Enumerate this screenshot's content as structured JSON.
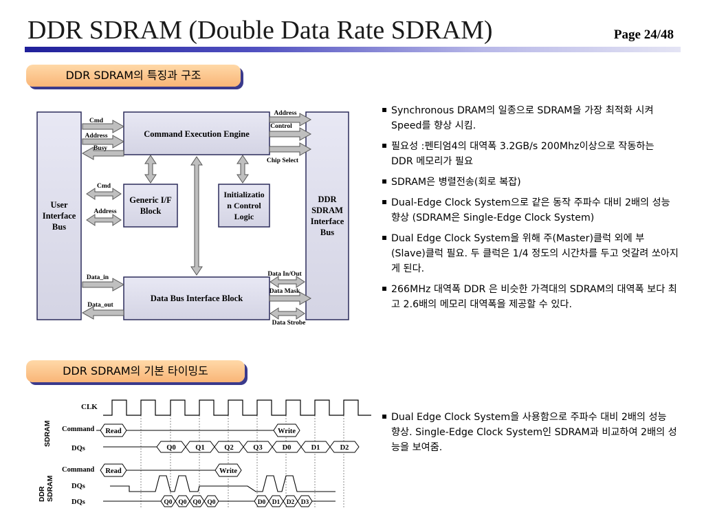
{
  "header": {
    "title": "DDR SDRAM (Double Data Rate SDRAM)",
    "page": "Page 24/48"
  },
  "sections": {
    "structure_label": "DDR SDRAM의 특징과 구조",
    "timing_label": "DDR SDRAM의 기본 타이밍도"
  },
  "block_diagram": {
    "user_bus": [
      "User",
      "Interface",
      "Bus"
    ],
    "ddr_bus": [
      "DDR",
      "SDRAM",
      "Interface",
      "Bus"
    ],
    "cmd_engine": "Command Execution Engine",
    "generic": [
      "Generic I/F",
      "Block"
    ],
    "init": [
      "Initializatio",
      "n Control",
      "Logic"
    ],
    "data_bus": "Data Bus Interface Block",
    "sig_cmd": "Cmd",
    "sig_address": "Address",
    "sig_busy": "Busy",
    "sig_cmd2": "Cmd",
    "sig_address2": "Address",
    "sig_data_in": "Data_in",
    "sig_data_out": "Data_out",
    "sig_r_address": "Address",
    "sig_r_control": "Control",
    "sig_r_chipselect": "Chip Select",
    "sig_r_datainout": "Data In/Out",
    "sig_r_datamask": "Data Mask",
    "sig_r_datastrobe": "Data Strobe"
  },
  "timing": {
    "clk": "CLK",
    "sdram_group": "SDRAM",
    "ddr_group": "DDR SDRAM",
    "command": "Command",
    "dqs": "DQs",
    "read": "Read",
    "write": "Write",
    "sdram_dq": [
      "Q0",
      "Q1",
      "Q2",
      "Q3",
      "D0",
      "D1",
      "D2"
    ],
    "ddr_dq_read": [
      "Q0",
      "Q0",
      "Q0",
      "Q0"
    ],
    "ddr_dq_write": [
      "D0",
      "D1",
      "D2",
      "D3"
    ]
  },
  "bullets_top": [
    "Synchronous DRAM의 일종으로 SDRAM을 가장 최적화 시켜 Speed를 향상 시킴.",
    "필요성 :펜티엄4의 대역폭 3.2GB/s 200Mhz이상으로 작동하는 DDR 메모리가 필요",
    "SDRAM은 병렬전송(회로 복잡)",
    "Dual-Edge Clock System으로 같은 동작 주파수 대비 2배의 성능 향상 (SDRAM은 Single-Edge Clock System)",
    "Dual Edge Clock System을 위해 주(Master)클럭 외에 부(Slave)클럭 필요. 두 클럭은 1/4 정도의 시간차를 두고 엇갈려 쏘아지게 된다.",
    "266MHz 대역폭 DDR 은 비슷한 가격대의 SDRAM의 대역폭 보다 최고 2.6배의 메모리 대역폭을 제공할 수 있다."
  ],
  "bullets_bottom": [
    "Dual Edge Clock System을 사용함으로 주파수 대비 2배의 성능 향상. Single-Edge Clock System인 SDRAM과 비교하여 2배의 성능을 보여줌."
  ],
  "colors": {
    "arrow_fill": "#bfbfbf",
    "block_border": "#2a2a5a",
    "pill_shadow": "#3a3a8c"
  }
}
